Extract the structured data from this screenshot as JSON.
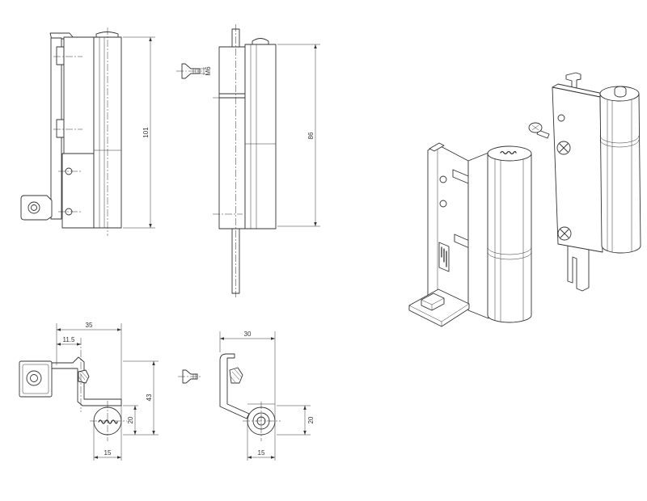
{
  "side_view": {
    "height": "101"
  },
  "screw_detail": {
    "thread": "M6"
  },
  "front_view": {
    "height": "86"
  },
  "top_view_sash": {
    "overall_width": "35",
    "axis_offset": "11.5",
    "overall_depth": "43",
    "barrel_depth": "20",
    "barrel_width": "15"
  },
  "top_view_frame": {
    "overall_width": "30",
    "barrel_depth": "20",
    "barrel_width": "15"
  },
  "colors": {
    "line": "#333333",
    "background": "#ffffff"
  }
}
